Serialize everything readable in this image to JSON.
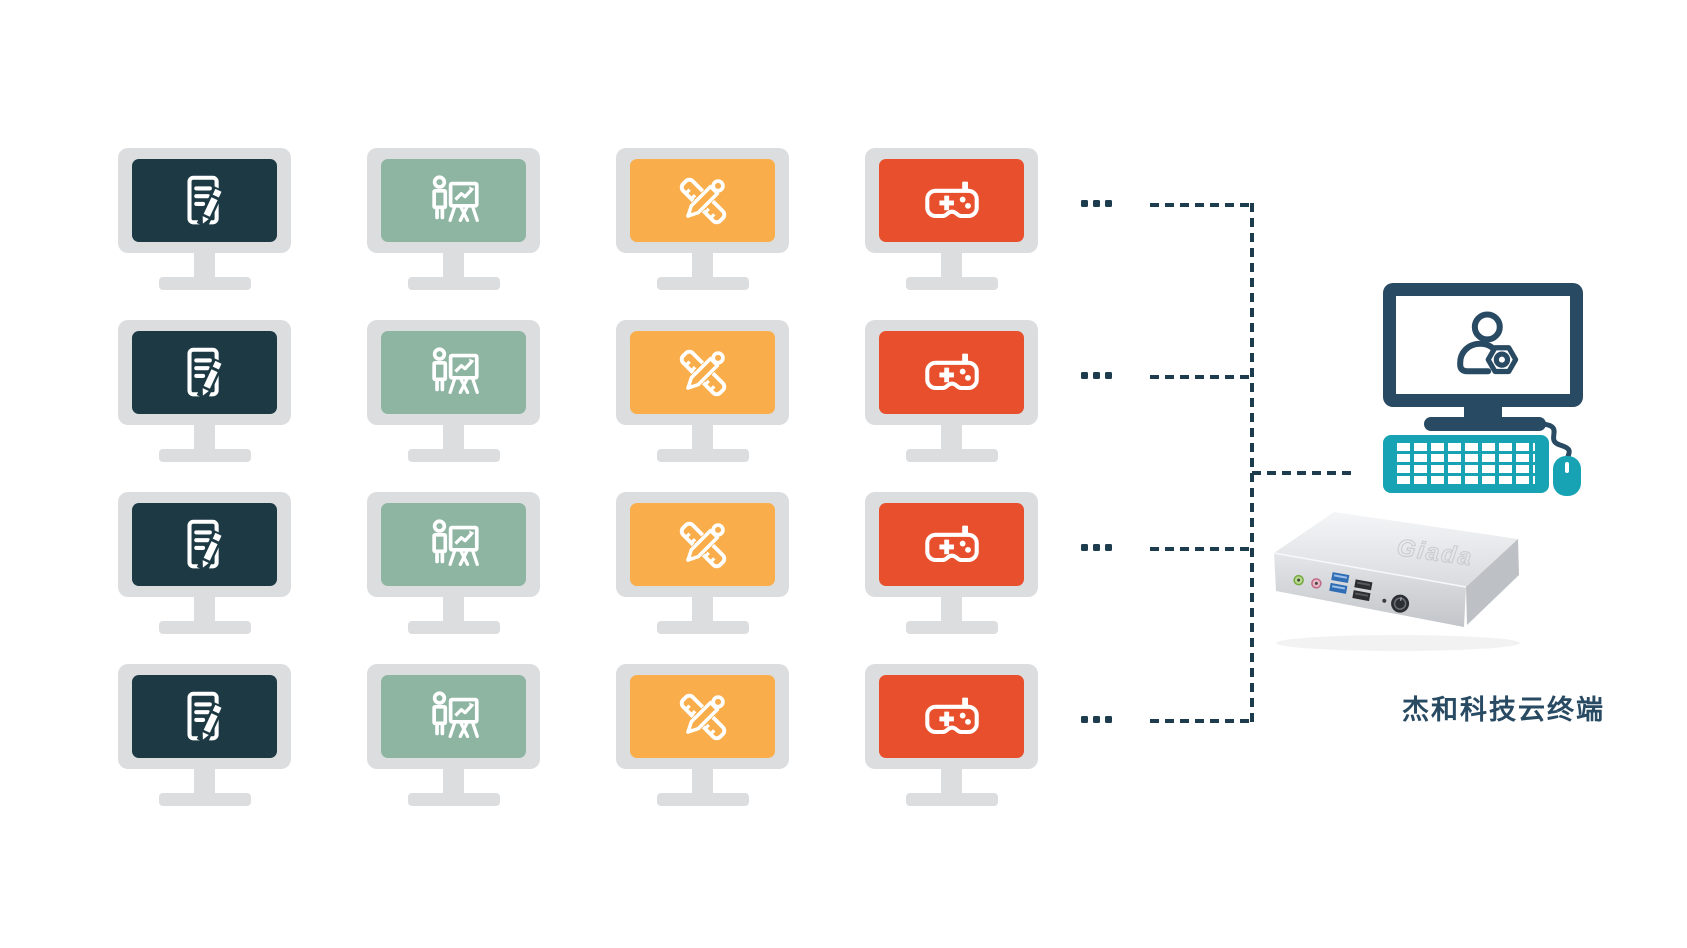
{
  "diagram": {
    "type": "cloud-desktop-topology",
    "client_grid": {
      "rows": 4,
      "ellipsis_dots_per_row": 3,
      "monitor_frame_color": "#dcdddf",
      "columns": [
        {
          "name": "office-documents",
          "icon": "document-edit-icon",
          "screen_color": "#1c3944"
        },
        {
          "name": "presentation-training",
          "icon": "presentation-chart-icon",
          "screen_color": "#8eb4a2"
        },
        {
          "name": "design-tools",
          "icon": "ruler-pencil-icon",
          "screen_color": "#f9ae4b"
        },
        {
          "name": "gaming",
          "icon": "gamepad-icon",
          "screen_color": "#e8502d"
        }
      ]
    },
    "connectors": {
      "style": "dashed",
      "color": "#1d3c4e"
    },
    "host": {
      "monitor_icon": "user-gear-icon",
      "monitor_color": "#294a63",
      "keyboard_mouse_color": "#17a3b3",
      "device_emboss": "Giada",
      "device_label": "杰和科技云终端"
    }
  }
}
